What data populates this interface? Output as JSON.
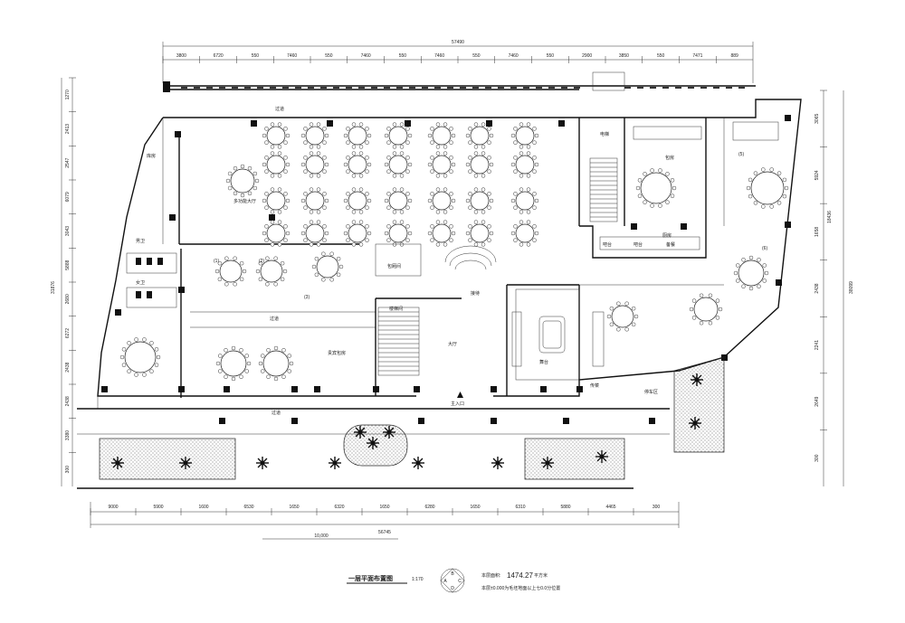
{
  "title": {
    "main": "一层平面布置图",
    "scale": "1:170",
    "area_label": "本层面积:",
    "area_value": "1474.27",
    "area_unit": "平方米",
    "elev_note": "本层±0.000为毛坯地面以上七0.0分位置"
  },
  "compass": {
    "n": "B",
    "w": "A",
    "e": "C",
    "s": "D"
  },
  "dims_top": {
    "total": "57490",
    "segments": [
      "3800",
      "6720",
      "550",
      "7460",
      "550",
      "7460",
      "550",
      "7460",
      "550",
      "7460",
      "550",
      "2900",
      "3850",
      "550",
      "7471",
      "889"
    ]
  },
  "dims_bottom": {
    "total": "56745",
    "segments": [
      "9000",
      "5900",
      "1600",
      "6530",
      "1650",
      "6320",
      "1650",
      "6280",
      "1650",
      "6310",
      "5880",
      "4465",
      "300"
    ],
    "extra": "10,000"
  },
  "dims_left": {
    "total": "31876",
    "segments": [
      "1270",
      "2413",
      "2547",
      "6079",
      "3043",
      "5888",
      "2680",
      "6272",
      "2438",
      "2438",
      "3380",
      "300"
    ]
  },
  "dims_right": {
    "total_a": "38099",
    "total_b": "18436",
    "segments": [
      "3065",
      "5924",
      "1658",
      "2438",
      "2241",
      "2649",
      "300"
    ]
  },
  "rooms": {
    "banquet": "多功能大厅",
    "office": "包厢间",
    "toilet_m": "男卫",
    "toilet_w": "女卫",
    "corridor": "过道",
    "corridor2": "过道",
    "corridor3": "过道",
    "kitchen": "厨房",
    "stairs": "楼梯间",
    "lobby": "大厅",
    "entrance": "主入口",
    "vip": "贵宾包房",
    "lounge": "接待",
    "stage": "舞台",
    "parking": "停车区",
    "elevator": "电梯",
    "sub_room": "包房",
    "bar": "吧台",
    "bar2": "吧台",
    "service": "备餐",
    "pass": "传菜",
    "store": "库房",
    "box_a": "(1)",
    "box_b": "(2)",
    "box_c": "(3)",
    "box_d": "(5)",
    "box_e": "(6)"
  }
}
